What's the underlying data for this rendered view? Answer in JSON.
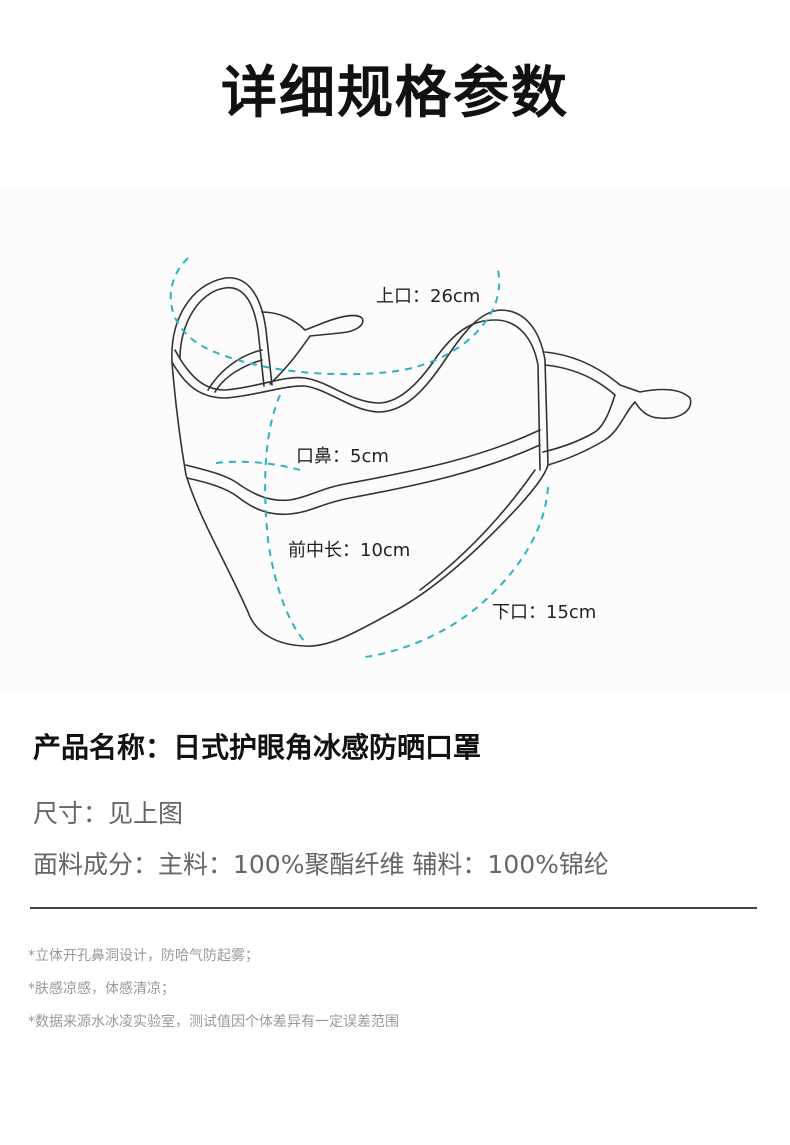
{
  "title": "详细规格参数",
  "dimensions": {
    "top_opening": "上口：26cm",
    "nose": "口鼻：5cm",
    "front_center_length": "前中长：10cm",
    "bottom_opening": "下口：15cm"
  },
  "product_name": "产品名称：日式护眼角冰感防晒口罩",
  "size": "尺寸：见上图",
  "material": "面料成分：主料：100%聚酯纤维    辅料：100%锦纶",
  "notes": [
    "*立体开孔鼻洞设计，防哈气防起雾；",
    "*肤感凉感，体感清凉；",
    "*数据来源水冰凌实验室，测试值因个体差异有一定误差范围"
  ],
  "colors": {
    "dashed_guide": "#2ab3c0",
    "outline": "#333333"
  }
}
